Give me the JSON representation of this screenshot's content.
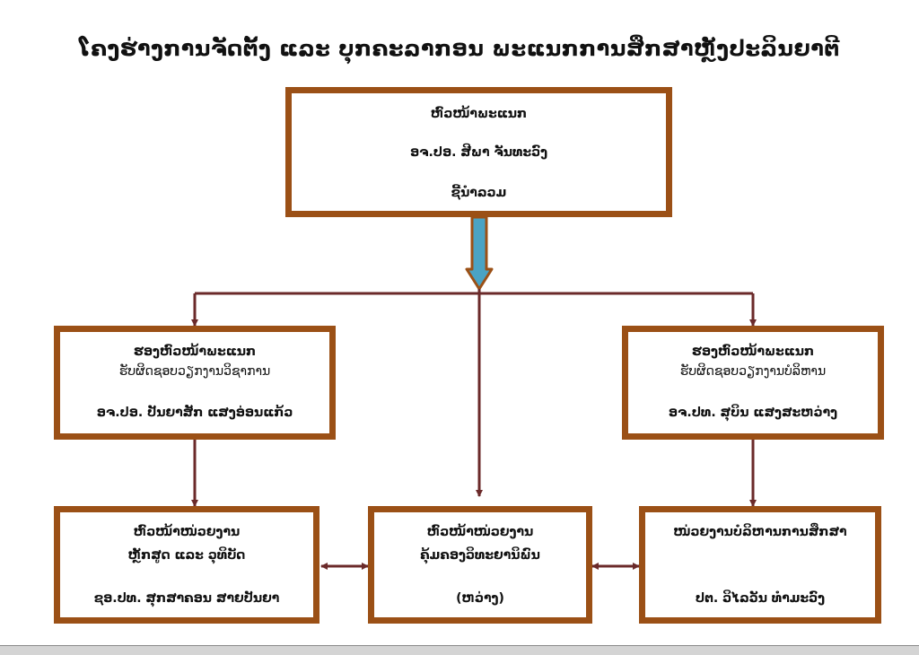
{
  "title": "ໂຄງຮ່າງການຈັດຕັ້ງ ແລະ ບຸກຄະລາກອນ ພະແນກການສຶກສາຫຼັງປະລິນຍາຕີ",
  "boxes": {
    "head": {
      "role": "ຫົວໜ້າພະແນກ",
      "person": "ອຈ.ປອ. ສີພາ ຈັນທະວົງ",
      "note": "ຊີ້ນຳລວມ"
    },
    "deputy_left": {
      "role": "ຮອງຫົວໜ້າພະແນກ",
      "duty": "ຮັບຜິດຊອບວຽກງານວິຊາການ",
      "person": "ອຈ.ປອ. ປັນຍາສັກ ແສງອ່ອນແກ້ວ"
    },
    "deputy_right": {
      "role": "ຮອງຫົວໜ້າພະແນກ",
      "duty": "ຮັບຜິດຊອບວຽກງານບໍລິຫານ",
      "person": "ອຈ.ປທ. ສຸບິນ ແສງສະຫວ່າງ"
    },
    "unit_left": {
      "role": "ຫົວໜ້າໜ່ວຍງານ",
      "unit": "ຫຼັກສູດ ແລະ ວຸທິບັດ",
      "person": "ຊອ.ປທ. ສຸກສາຄອນ ສາຍປັນຍາ"
    },
    "unit_center": {
      "role": "ຫົວໜ້າໜ່ວຍງານ",
      "unit": "ຄຸ້ມຄອງວິທະຍານິພົນ",
      "person": "(ຫວ່າງ)"
    },
    "unit_right": {
      "role": "ໜ່ວຍງານບໍລິຫານການສຶກສາ",
      "person": "ປຕ. ວິໄລວັນ ທຳມະວົງ"
    }
  },
  "colors": {
    "box_border": "#9b5016",
    "connector": "#6b2a2a",
    "main_arrow_outline": "#9b5016",
    "main_arrow_fill": "#4aa3c4"
  }
}
